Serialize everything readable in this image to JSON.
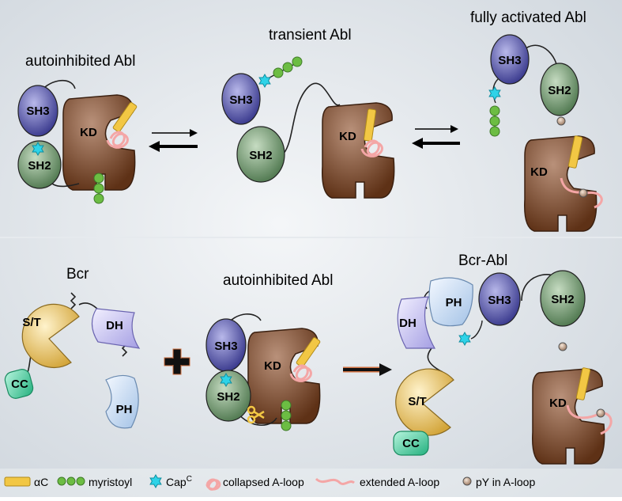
{
  "titles": {
    "autoinhibited_top": "autoinhibited Abl",
    "transient": "transient Abl",
    "fully_activated": "fully activated Abl",
    "bcr": "Bcr",
    "autoinhibited_bottom": "autoinhibited Abl",
    "bcr_abl": "Bcr-Abl"
  },
  "domains": {
    "sh3": "SH3",
    "sh2": "SH2",
    "kd": "KD",
    "st": "S/T",
    "dh": "DH",
    "ph": "PH",
    "cc": "CC"
  },
  "legend": {
    "alpha_c": "αC",
    "myristoyl": "myristoyl",
    "cap": "Cap",
    "cap_sup": "C",
    "collapsed": "collapsed A-loop",
    "extended": "extended A-loop",
    "py": "pY in A-loop"
  },
  "colors": {
    "sh3": "#4a4a9e",
    "sh2": "#5f8a5f",
    "kd": "#7a4a2e",
    "st": "#e0b84a",
    "dh": "#b9b4ee",
    "ph": "#b8d2ee",
    "cc": "#3fcc9a",
    "alpha_c": "#f2c744",
    "myristoyl": "#6cbd43",
    "cap": "#2ed3e8",
    "aloop": "#f4a6a6",
    "py": "#c9a48a"
  }
}
